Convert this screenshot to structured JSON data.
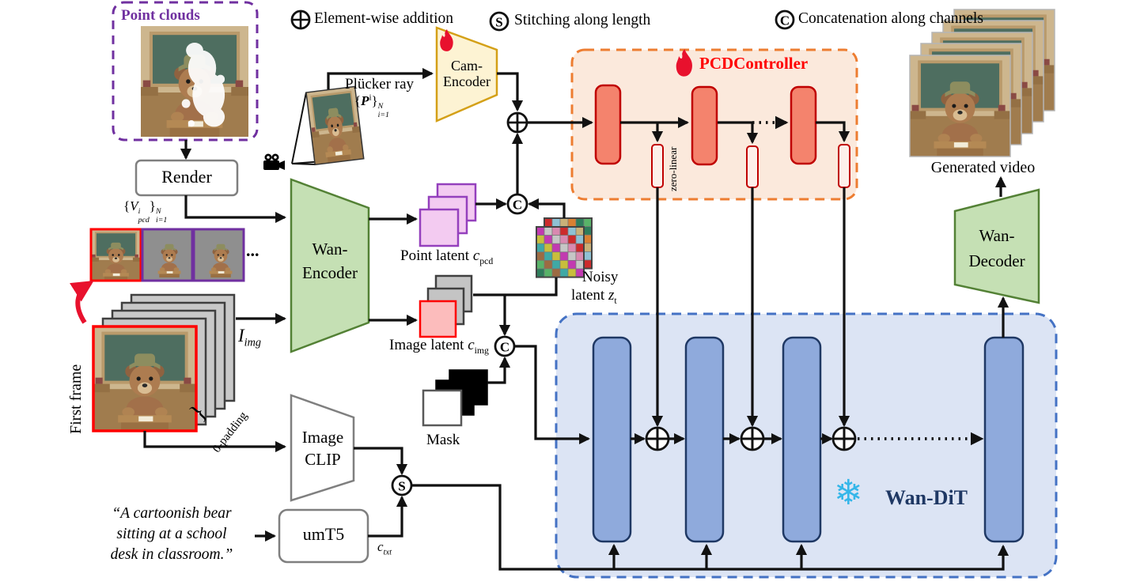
{
  "legend": {
    "add_label": "Element-wise addition",
    "stitch_label": "Stitching along length",
    "concat_label": "Concatenation along channels",
    "stitch_symbol": "S",
    "concat_symbol": "C"
  },
  "point_clouds": {
    "title": "Point clouds"
  },
  "render": {
    "label": "Render"
  },
  "math": {
    "vpcd": {
      "open": "{",
      "base": "V",
      "sup": "i",
      "sub": "pcd",
      "close": "}",
      "sup2": "N",
      "sub2": "i=1"
    },
    "plucker": {
      "label": "Plücker ray",
      "open": "{",
      "base": "P",
      "sup": "i",
      "close": "}",
      "sup2": "N",
      "sub2": "i=1"
    },
    "iimg": {
      "base": "I",
      "sub": "img"
    },
    "ctxt": {
      "base": "c",
      "sub": "txt"
    }
  },
  "frames": {
    "ellipsis": "...",
    "first_frame_label": "First frame",
    "zero_padding": "0-padding",
    "brace": "}"
  },
  "encoders": {
    "wan_encoder_line1": "Wan-",
    "wan_encoder_line2": "Encoder",
    "cam_encoder_line1": "Cam-",
    "cam_encoder_line2": "Encoder",
    "image_clip_line1": "Image",
    "image_clip_line2": "CLIP",
    "umt5": "umT5",
    "wan_decoder_line1": "Wan-",
    "wan_decoder_line2": "Decoder"
  },
  "latents": {
    "point_label": "Point latent ",
    "point_base": "c",
    "point_sub": "pcd",
    "image_label": "Image latent ",
    "image_base": "c",
    "image_sub": "img",
    "noisy_line1": "Noisy",
    "noisy_line2": "latent ",
    "noisy_base": "z",
    "noisy_sub": "t",
    "mask_label": "Mask"
  },
  "prompt": {
    "line1": "“A cartoonish bear",
    "line2": "sitting at a school",
    "line3": "desk in classroom.”"
  },
  "pcd_controller": {
    "title": "PCDController",
    "zero_linear": "zero-linear"
  },
  "wan_dit": {
    "title": "Wan-DiT",
    "snowflake": "❄"
  },
  "output": {
    "generated_video": "Generated video"
  },
  "colors": {
    "purple": "#7030A0",
    "red": "#FF0000",
    "dark_red": "#C00000",
    "salmon": "#F4836D",
    "orange_border": "#ED7D31",
    "orange_fill": "#FBE9DC",
    "blue_border": "#4472C4",
    "blue_fill": "#DCE4F4",
    "block_blue": "#8FAADC",
    "navy": "#1F3864",
    "green_fill": "#C5E0B4",
    "green_border": "#538135",
    "yellow_fill": "#FDF3D3",
    "yellow_border": "#D4A017",
    "snowflake_blue": "#35B6E9",
    "flame_red": "#E8112D"
  },
  "noise_palette": [
    "#c23ab0",
    "#c9b178",
    "#3fa9a5",
    "#cc2b2b",
    "#58b368",
    "#c6c6c6",
    "#d98032",
    "#c8be3c",
    "#8fc1d4",
    "#9c6b42",
    "#d989b0",
    "#2e7d5b"
  ]
}
